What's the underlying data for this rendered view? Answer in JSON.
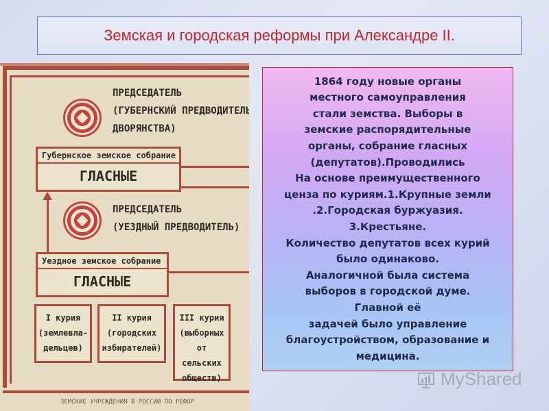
{
  "title": "Земская и городская реформы при  Александре II.",
  "scheme": {
    "chairman_1": [
      "ПРЕДСЕДАТЕЛЬ",
      "(ГУБЕРНСКИЙ ПРЕДВОДИТЕЛЬ",
      "ДВОРЯНСТВА)"
    ],
    "provincial_assembly": "Губернское земское собрание",
    "deputies_1": "ГЛАСНЫЕ",
    "chairman_2": [
      "ПРЕДСЕДАТЕЛЬ",
      "(УЕЗДНЫЙ ПРЕДВОДИТЕЛЬ)"
    ],
    "district_assembly": "Уездное земское собрание",
    "deputies_2": "ГЛАСНЫЕ",
    "curia_1": [
      "I курия",
      "(землевла-",
      "дельцев)"
    ],
    "curia_2": [
      "II курия",
      "(городских",
      "избирателей)"
    ],
    "curia_3": [
      "III курия",
      "(выборных",
      "от сельских",
      "обществ)"
    ],
    "footer": "ЗЕМСКИЕ УЧРЕЖДЕНИЯ В РОССИИ ПО РЕФОР"
  },
  "text_lines": [
    "1864 году новые органы",
    "местного самоуправления",
    "стали земства. Выборы в",
    "земские  распорядительные",
    "органы, собрание гласных",
    "(депутатов).Проводились",
    "На основе преимущественного",
    "ценза по куриям.1.Крупные земли",
    ".2.Городская буржуазия.",
    "3.Крестьяне.",
    "Количество депутатов всех курий",
    "было одинаково.",
    "Аналогичной была система",
    "выборов в городской думе.",
    "Главной её",
    "задачей было управление",
    "благоустройством, образование и",
    "медицина."
  ],
  "watermark": "MyShared"
}
